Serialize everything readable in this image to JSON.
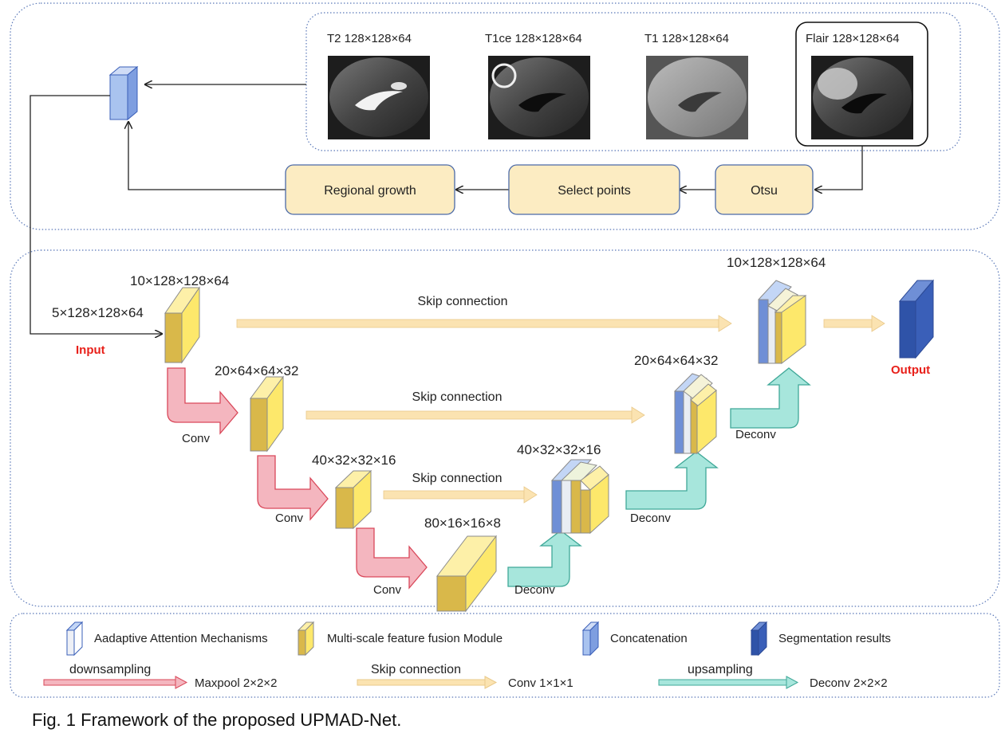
{
  "modalities": [
    {
      "label": "T2 128×128×64"
    },
    {
      "label": "T1ce 128×128×64"
    },
    {
      "label": "T1 128×128×64"
    },
    {
      "label": "Flair 128×128×64"
    }
  ],
  "pipeline": {
    "regional_growth": "Regional growth",
    "select_points": "Select points",
    "otsu": "Otsu"
  },
  "network": {
    "input_dim": "5×128×128×64",
    "input_label": "Input",
    "enc1_dim": "10×128×128×64",
    "enc2_dim": "20×64×64×32",
    "enc3_dim": "40×32×32×16",
    "bottleneck_dim": "80×16×16×8",
    "dec3_dim": "40×32×32×16",
    "dec2_dim": "20×64×64×32",
    "dec1_dim": "10×128×128×64",
    "output_label": "Output",
    "skip1": "Skip connection",
    "skip2": "Skip connection",
    "skip3": "Skip connection",
    "conv1": "Conv",
    "conv2": "Conv",
    "conv3": "Conv",
    "deconv1": "Deconv",
    "deconv2": "Deconv",
    "deconv3": "Deconv"
  },
  "legend": {
    "attention": "Aadaptive Attention Mechanisms",
    "msff": "Multi-scale feature fusion Module",
    "concat": "Concatenation",
    "seg": "Segmentation results",
    "down_title": "downsampling",
    "down_desc": "Maxpool 2×2×2",
    "skip_title": "Skip connection",
    "skip_desc": "Conv 1×1×1",
    "up_title": "upsampling",
    "up_desc": "Deconv 2×2×2"
  },
  "caption": "Fig. 1 Framework of the proposed UPMAD-Net.",
  "colors": {
    "yellow": "#fde86b",
    "yellow_dark": "#d9b84a",
    "blue_light": "#a9c3ef",
    "blue_dark": "#3a5fb8",
    "pink": "#f4b6bf",
    "pink_stroke": "#d9485a",
    "teal": "#a7e6dc",
    "teal_stroke": "#3fa898",
    "skip": "#fbe3b1",
    "box_fill": "#fcecc2",
    "box_stroke": "#4b6aa8",
    "panel_stroke": "#5a78b8"
  }
}
